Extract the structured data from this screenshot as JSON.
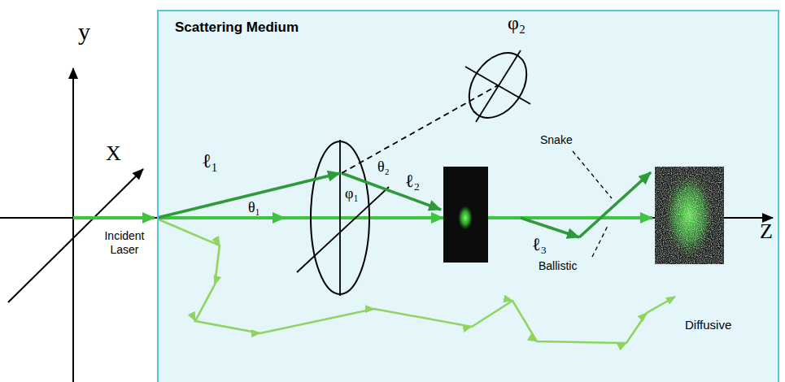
{
  "diagram": {
    "nodes": [
      {
        "text": [
          "Scattering Medium"
        ]
      }
    ],
    "labels": [
      "y",
      "X",
      "Z",
      "Incident Laser",
      "ℓ₁",
      "θ₁",
      "φ₂",
      "θ₂",
      "φ₁",
      "ℓ₂",
      "ℓ₃",
      "Snake",
      "Ballistic",
      "Diffusive"
    ]
  }
}
